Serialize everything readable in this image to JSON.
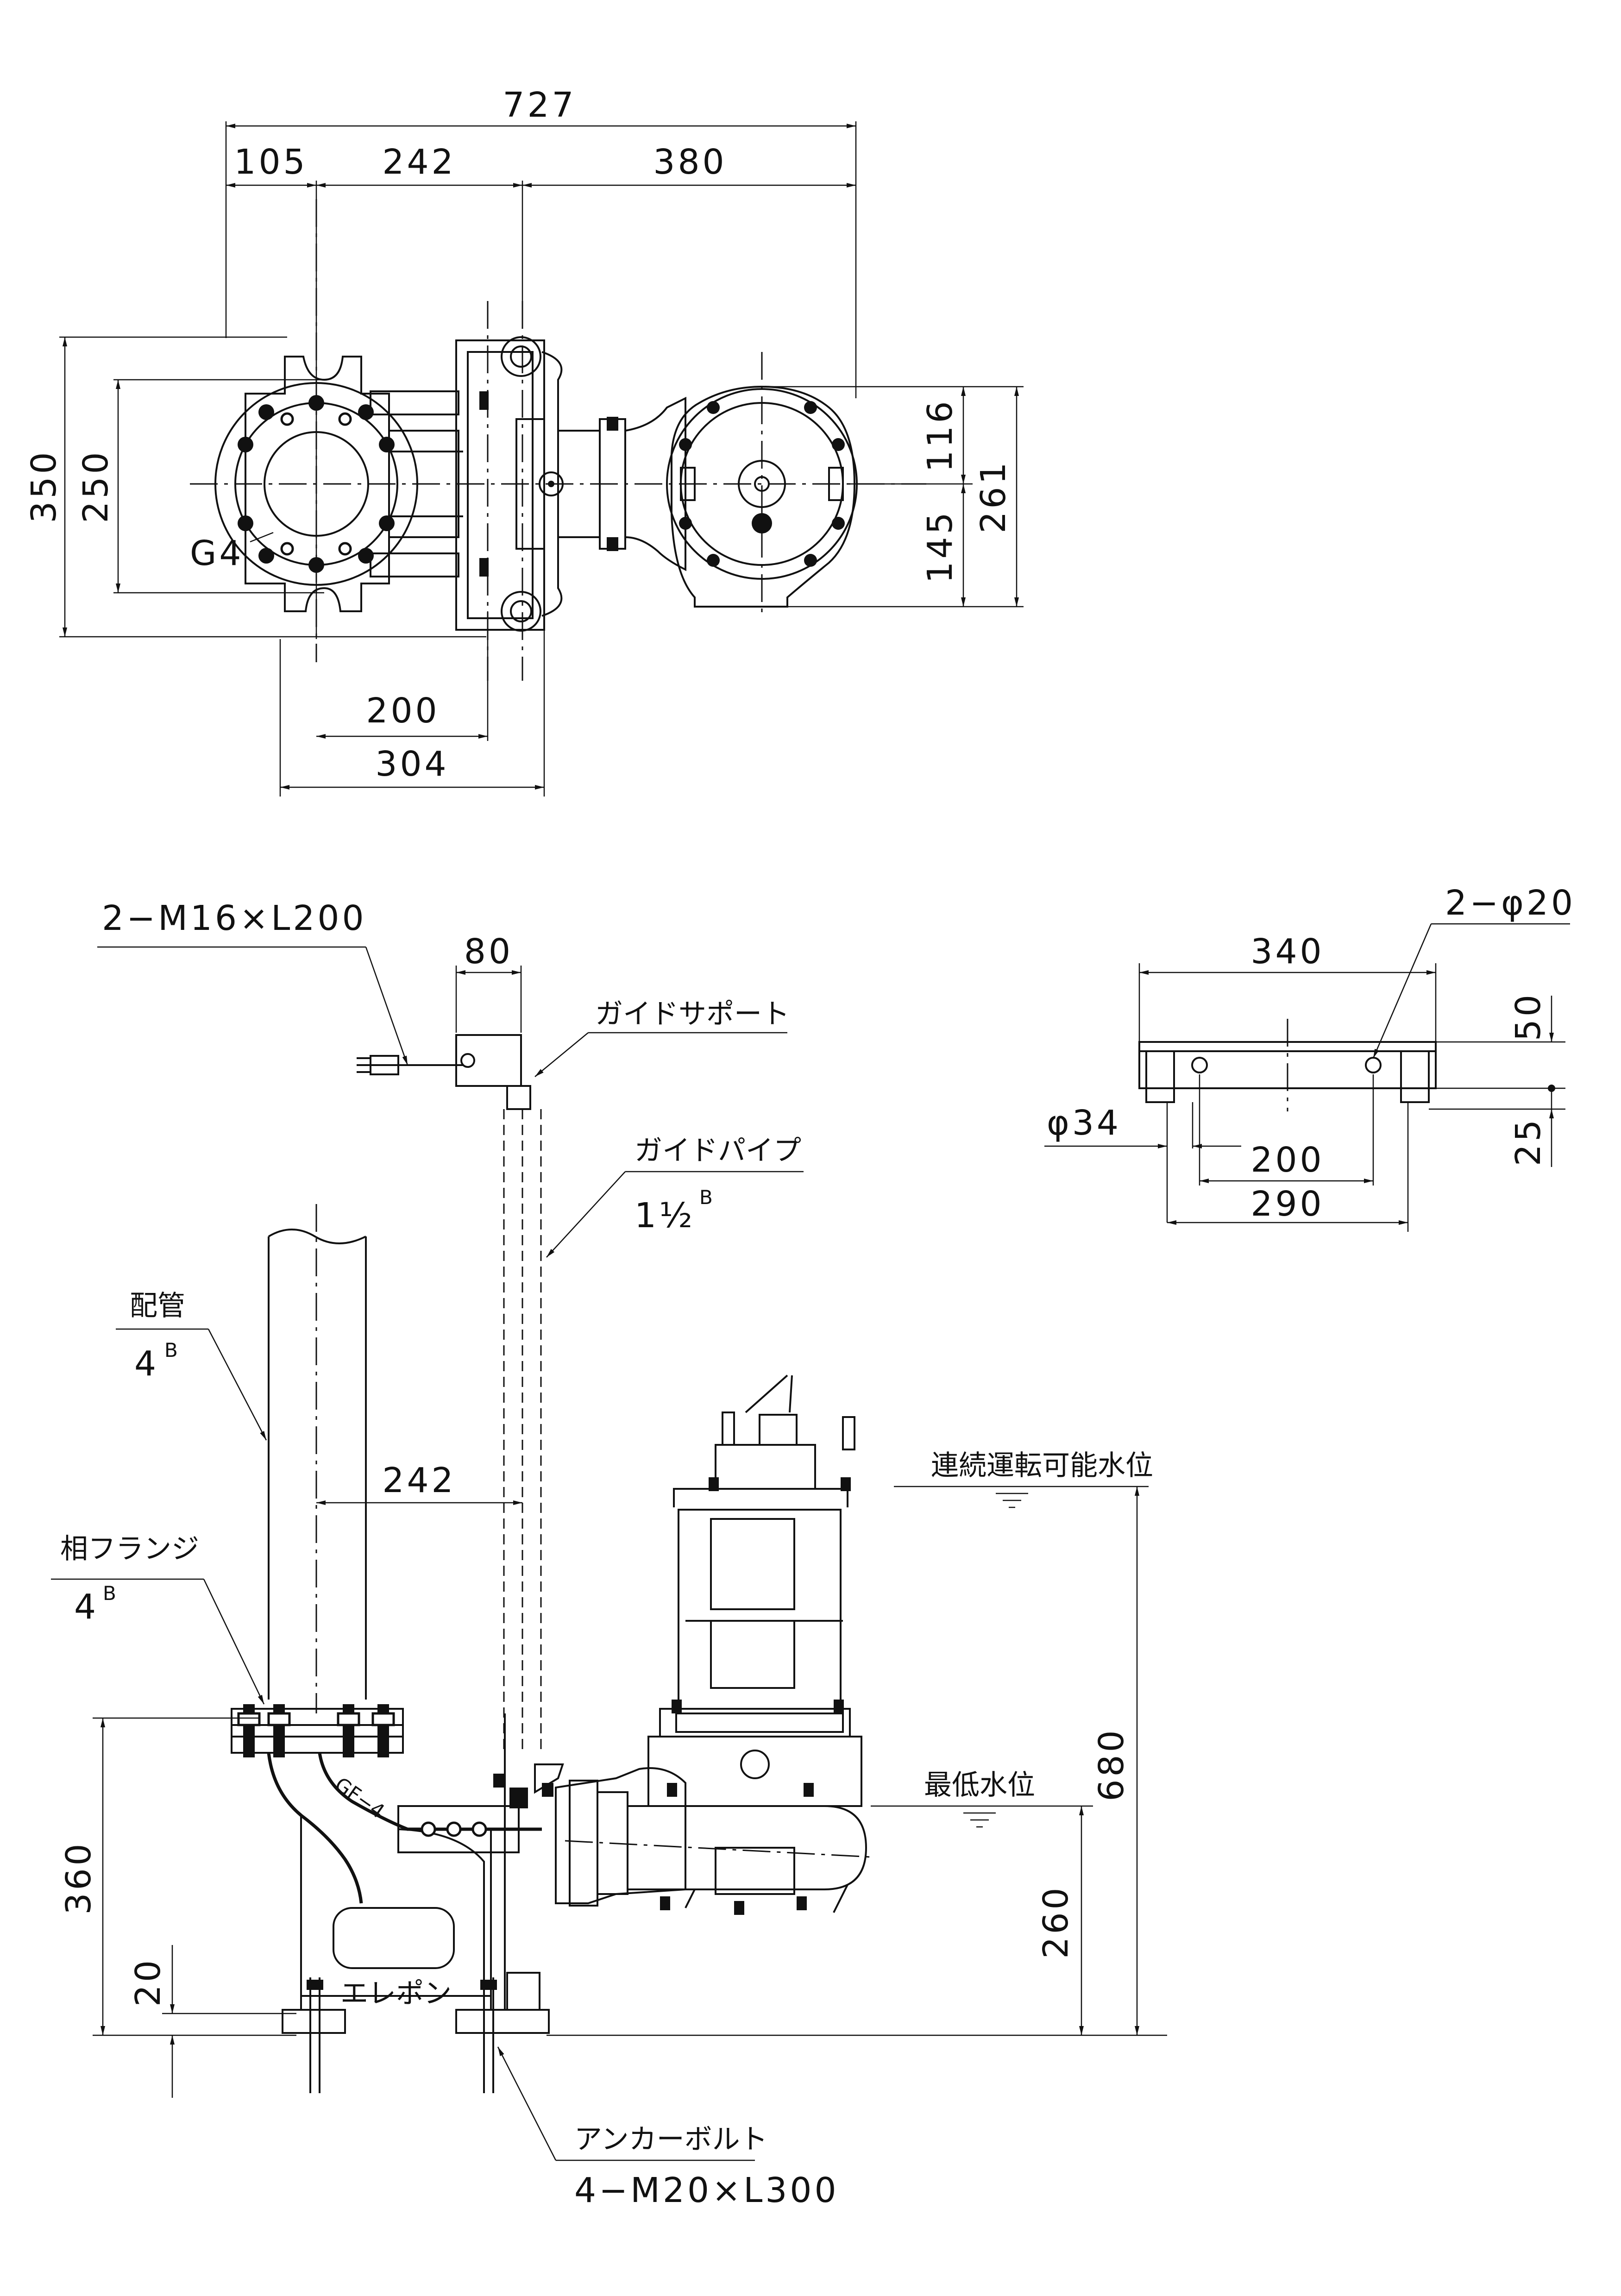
{
  "plan_view": {
    "dim_overall": "727",
    "dim_left": "105",
    "dim_mid": "242",
    "dim_right": "380",
    "dim_height_total": "350",
    "dim_flange": "250",
    "dim_upper": "116",
    "dim_lower": "145",
    "dim_right_total": "261",
    "dim_base_inner": "200",
    "dim_base_outer": "304",
    "flange_label": "G4"
  },
  "side_view": {
    "bolt_label": "2−M16×L200",
    "dim_support_width": "80",
    "guide_support_label": "ガイドサポート",
    "guide_pipe_label": "ガイドパイプ",
    "guide_pipe_size": "1½",
    "guide_pipe_size_sup": "B",
    "piping_label": "配管",
    "piping_size": "4",
    "piping_size_sup": "B",
    "dim_pipe_offset": "242",
    "mating_flange_label": "相フランジ",
    "mating_flange_size": "4",
    "mating_flange_size_sup": "B",
    "base_code": "GF−4",
    "logo_text": "エレポン",
    "continuous_level_label": "連続運転可能水位",
    "min_level_label": "最低水位",
    "dim_height_360": "360",
    "dim_height_20": "20",
    "dim_height_680": "680",
    "dim_height_260": "260",
    "anchor_label": "アンカーボルト",
    "anchor_spec": "4−M20×L300"
  },
  "support_detail": {
    "hole_label": "2−φ20",
    "dim_total": "340",
    "dim_top": "50",
    "dim_bottom": "25",
    "pipe_dia": "φ34",
    "dim_holes": "200",
    "dim_overall": "290"
  }
}
